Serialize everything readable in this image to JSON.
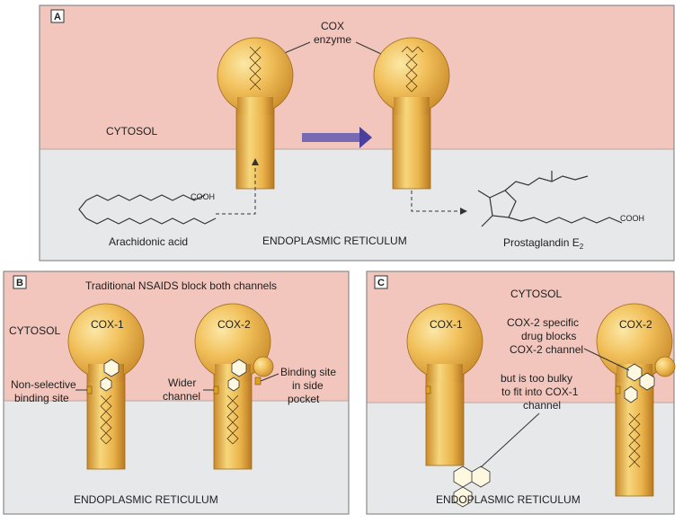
{
  "colors": {
    "cytosol": "#f2c6bd",
    "er": "#e7e8ea",
    "enzyme_light": "#f6cd6a",
    "enzyme_dark": "#c9892a",
    "panel_border": "#8a8a8a",
    "arrow": "#6a5fb0",
    "site": "#e0a11e"
  },
  "panel_a": {
    "tag": "A",
    "cox_label_line1": "COX",
    "cox_label_line2": "enzyme",
    "cytosol": "CYTOSOL",
    "er": "ENDOPLASMIC RETICULUM",
    "substrate": "Arachidonic acid",
    "product_main": "Prostaglandin E",
    "product_sub": "2",
    "cooh_left": "COOH",
    "cooh_right": "COOH"
  },
  "panel_b": {
    "tag": "B",
    "title": "Traditional NSAIDS block both channels",
    "cytosol": "CYTOSOL",
    "cox1": "COX-1",
    "cox2": "COX-2",
    "nonselective_line1": "Non-selective",
    "nonselective_line2": "binding site",
    "wider_line1": "Wider",
    "wider_line2": "channel",
    "side_line1": "Binding site",
    "side_line2": "in side",
    "side_line3": "pocket",
    "er": "ENDOPLASMIC RETICULUM"
  },
  "panel_c": {
    "tag": "C",
    "cytosol": "CYTOSOL",
    "cox1": "COX-1",
    "cox2": "COX-2",
    "drug_line1": "COX-2 specific",
    "drug_line2": "drug blocks",
    "drug_line3": "COX-2 channel",
    "bulky_line1": "but is too bulky",
    "bulky_line2": "to fit into COX-1",
    "bulky_line3": "channel",
    "er": "ENDOPLASMIC RETICULUM"
  }
}
